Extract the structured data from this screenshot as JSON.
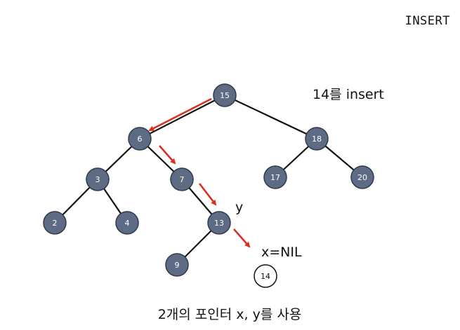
{
  "slide": {
    "title": "INSERT",
    "note": "14를 insert",
    "pointer_y_label": "y",
    "pointer_x_label": "x=NIL",
    "caption": "2개의 포인터 x, y를 사용"
  },
  "tree": {
    "nodes": [
      {
        "id": "n15",
        "label": "15"
      },
      {
        "id": "n6",
        "label": "6"
      },
      {
        "id": "n18",
        "label": "18"
      },
      {
        "id": "n3",
        "label": "3"
      },
      {
        "id": "n7",
        "label": "7"
      },
      {
        "id": "n17",
        "label": "17"
      },
      {
        "id": "n20",
        "label": "20"
      },
      {
        "id": "n2",
        "label": "2"
      },
      {
        "id": "n4",
        "label": "4"
      },
      {
        "id": "n13",
        "label": "13"
      },
      {
        "id": "n9",
        "label": "9"
      }
    ],
    "edges": [
      [
        "n15",
        "n6"
      ],
      [
        "n15",
        "n18"
      ],
      [
        "n6",
        "n3"
      ],
      [
        "n6",
        "n7"
      ],
      [
        "n18",
        "n17"
      ],
      [
        "n18",
        "n20"
      ],
      [
        "n3",
        "n2"
      ],
      [
        "n3",
        "n4"
      ],
      [
        "n7",
        "n13"
      ],
      [
        "n13",
        "n9"
      ]
    ],
    "new_node": {
      "label": "14"
    },
    "search_path": [
      [
        "n15",
        "n6"
      ],
      [
        "n6",
        "n7"
      ],
      [
        "n7",
        "n13"
      ],
      [
        "n13",
        "new"
      ]
    ],
    "colors": {
      "node_fill": "#5d6b84",
      "node_stroke": "#2f3a4d",
      "edge": "#111111",
      "arrow": "#d8301f",
      "new_fill": "#ffffff"
    }
  }
}
